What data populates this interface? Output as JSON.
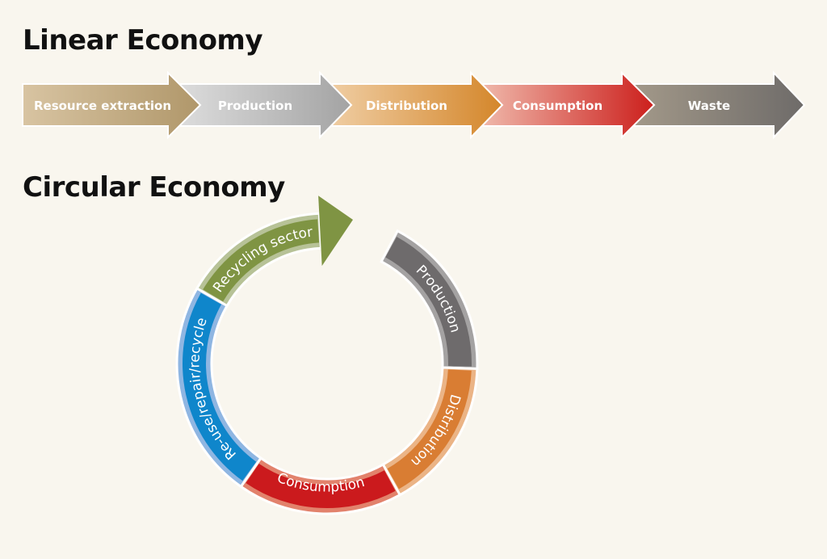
{
  "linear": {
    "title": "Linear Economy",
    "steps": [
      {
        "label": "Resource extraction",
        "from": "#d8c4a2",
        "to": "#b0976a"
      },
      {
        "label": "Production",
        "from": "#dedede",
        "to": "#a3a3a3"
      },
      {
        "label": "Distribution",
        "from": "#f0cfa6",
        "to": "#d4862a"
      },
      {
        "label": "Consumption",
        "from": "#f0bcae",
        "to": "#cc1f1c"
      },
      {
        "label": "Waste",
        "from": "#a49a8a",
        "to": "#6e6b69"
      }
    ]
  },
  "circular": {
    "title": "Circular Economy",
    "segments": [
      {
        "label": "Production",
        "color": "#6e6b6c",
        "light": "#a4a2a2"
      },
      {
        "label": "Distribution",
        "color": "#d97d33",
        "light": "#ebb486"
      },
      {
        "label": "Consumption",
        "color": "#cb1a1d",
        "light": "#e2826c"
      },
      {
        "label": "Re-use/repair/recycle",
        "color": "#0f86cb",
        "light": "#8fb6e2"
      },
      {
        "label": "Recycling sector",
        "color": "#7f9443",
        "light": "#b7c297"
      }
    ]
  }
}
